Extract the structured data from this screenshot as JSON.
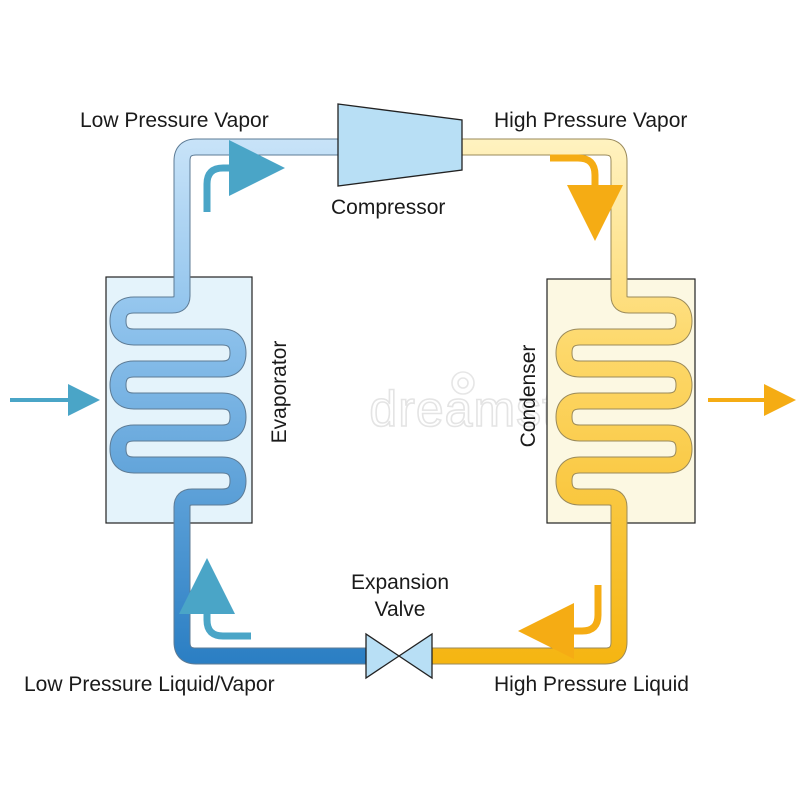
{
  "diagram": {
    "labels": {
      "low_pressure_vapor": "Low Pressure Vapor",
      "high_pressure_vapor": "High Pressure Vapor",
      "compressor": "Compressor",
      "evaporator": "Evaporator",
      "condenser": "Condenser",
      "expansion_valve_line1": "Expansion",
      "expansion_valve_line2": "Valve",
      "low_pressure_liquid_vapor": "Low Pressure Liquid/Vapor",
      "high_pressure_liquid": "High Pressure Liquid"
    },
    "watermark": "dreamstime"
  },
  "colors": {
    "cold_light": "#c6e2f8",
    "cold_mid": "#8ec2ec",
    "cold_dark": "#2b7fc4",
    "hot_light": "#fff0b8",
    "hot_dark": "#f5b614",
    "evaporator_fill": "#e4f3fb",
    "condenser_fill": "#fcf8e2",
    "arrow_blue": "#4aa5c7",
    "arrow_orange": "#f5ac14",
    "component_fill": "#b8dff5"
  }
}
